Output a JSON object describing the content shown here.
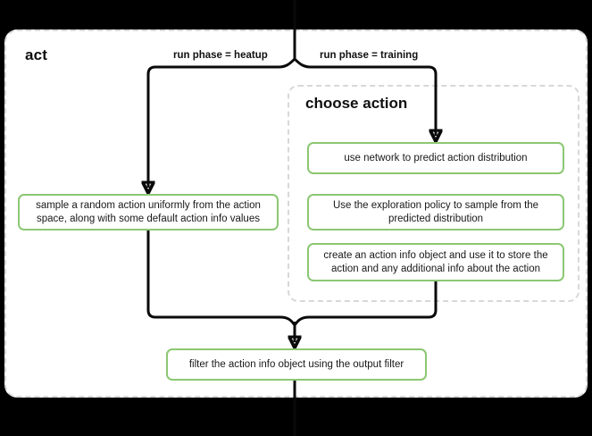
{
  "diagram": {
    "type": "flowchart",
    "background_color": "#000000",
    "canvas_color": "#ffffff",
    "node_border_color": "#8cc773",
    "edge_color": "#0a0a0a",
    "subgraph_border_color": "#d8d8d8",
    "outer_subgraph": {
      "name": "act",
      "title": "act"
    },
    "inner_subgraph": {
      "name": "choose action",
      "title": "choose action"
    },
    "nodes": [
      {
        "id": "sample",
        "text": "sample a random action uniformly from the action space, along with some default action info values"
      },
      {
        "id": "network",
        "text": "use network to predict action distribution"
      },
      {
        "id": "explore",
        "text": "Use the exploration policy to sample from the predicted distribution"
      },
      {
        "id": "create",
        "text": "create an action info object and use it to store the action and any additional info about the action"
      },
      {
        "id": "filter",
        "text": "filter the action info object using the output filter"
      }
    ],
    "edge_labels": {
      "heatup": "run phase = heatup",
      "training": "run phase = training"
    },
    "edges": [
      {
        "from": "entry",
        "to": "sample",
        "label": "run phase = heatup"
      },
      {
        "from": "entry",
        "to": "network",
        "label": "run phase = training"
      },
      {
        "from": "sample",
        "to": "filter",
        "label": ""
      },
      {
        "from": "create",
        "to": "filter",
        "label": ""
      },
      {
        "from": "filter",
        "to": "exit",
        "label": ""
      }
    ]
  }
}
